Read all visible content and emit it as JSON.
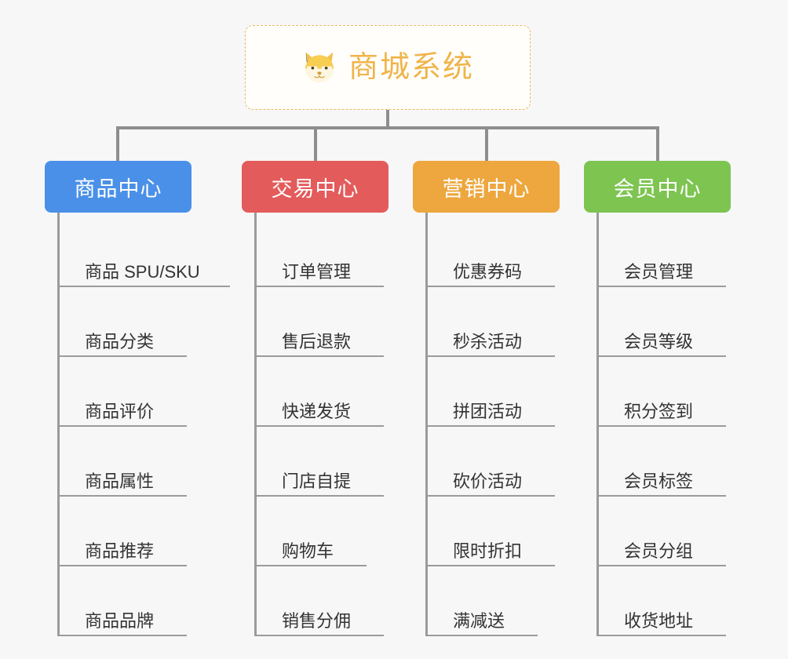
{
  "diagram": {
    "type": "org-chart",
    "background": "#f7f7f8",
    "connector_color": "#8e8e8e",
    "root": {
      "title": "商城系统",
      "icon": "shiba-dog-face-icon",
      "accent": "#f0b44a",
      "border_style": "dashed"
    },
    "branches": [
      {
        "id": "product-center",
        "label": "商品中心",
        "color": "#4a90e8",
        "leaves": [
          "商品 SPU/SKU",
          "商品分类",
          "商品评价",
          "商品属性",
          "商品推荐",
          "商品品牌"
        ]
      },
      {
        "id": "trade-center",
        "label": "交易中心",
        "color": "#e35b5b",
        "leaves": [
          "订单管理",
          "售后退款",
          "快递发货",
          "门店自提",
          "购物车",
          "销售分佣"
        ]
      },
      {
        "id": "marketing-center",
        "label": "营销中心",
        "color": "#eda73e",
        "leaves": [
          "优惠券码",
          "秒杀活动",
          "拼团活动",
          "砍价活动",
          "限时折扣",
          "满减送"
        ]
      },
      {
        "id": "member-center",
        "label": "会员中心",
        "color": "#7dc451",
        "leaves": [
          "会员管理",
          "会员等级",
          "积分签到",
          "会员标签",
          "会员分组",
          "收货地址"
        ]
      }
    ]
  }
}
